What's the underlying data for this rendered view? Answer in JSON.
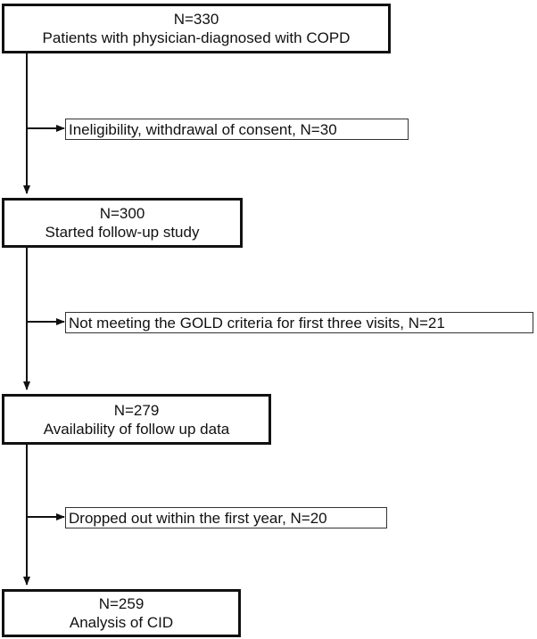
{
  "flowchart": {
    "boxes": [
      {
        "count": "N=330",
        "label": "Patients with physician-diagnosed with COPD"
      },
      {
        "count": "N=300",
        "label": "Started follow-up study"
      },
      {
        "count": "N=279",
        "label": "Availability of follow up data"
      },
      {
        "count": "N=259",
        "label": "Analysis of CID"
      }
    ],
    "exclusions": [
      {
        "label": "Ineligibility, withdrawal of consent, N=30"
      },
      {
        "label": "Not meeting the GOLD criteria for first three visits, N=21"
      },
      {
        "label": "Dropped out within the first year, N=20"
      }
    ]
  },
  "colors": {
    "line": "#111111",
    "background": "#ffffff"
  }
}
